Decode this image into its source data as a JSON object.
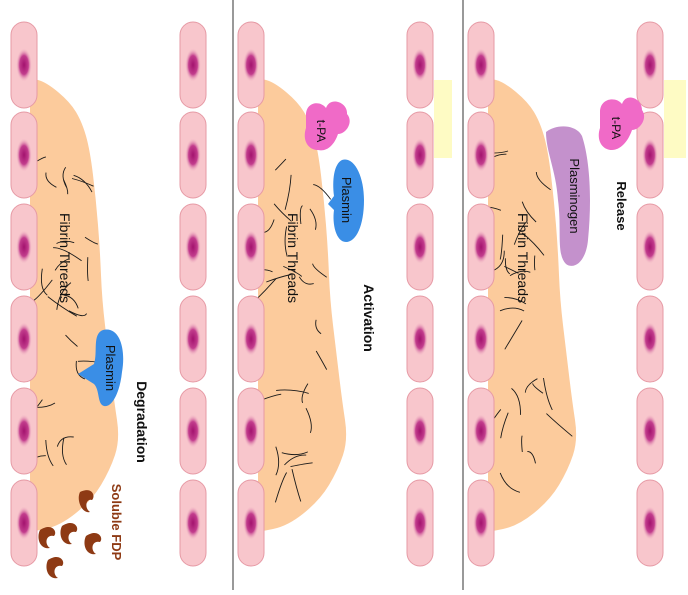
{
  "colors": {
    "cell_fill": "#f8c6cc",
    "cell_stroke": "#e69aa5",
    "nucleus": "#b01a78",
    "clot": "#fccb9c",
    "fibrin": "#1a1a1a",
    "plasmin": "#3a8ee6",
    "tpa": "#f06ac7",
    "plasminogen": "#c491cc",
    "yellow_patch": "#fefbc4",
    "fdp": "#8e3a14",
    "divider": "#333333"
  },
  "panels": [
    {
      "id": "degradation",
      "stage_label": "Degradation",
      "clot_label": "Fibrin Threads",
      "plasmin_label": "Plasmin",
      "fdp_label": "Soluble FDP"
    },
    {
      "id": "activation",
      "stage_label": "Activation",
      "clot_label": "Fibrin Threads",
      "tpa_label": "t-PA",
      "plasmin_label": "Plasmin"
    },
    {
      "id": "release",
      "stage_label": "Release",
      "clot_label": "Fibrin Threads",
      "tpa_label": "t-PA",
      "plasminogen_label": "Plasminogen"
    }
  ],
  "icons": {
    "fdp_fragment": "fdp-fragment-icon",
    "nucleus": "nucleus-icon"
  }
}
